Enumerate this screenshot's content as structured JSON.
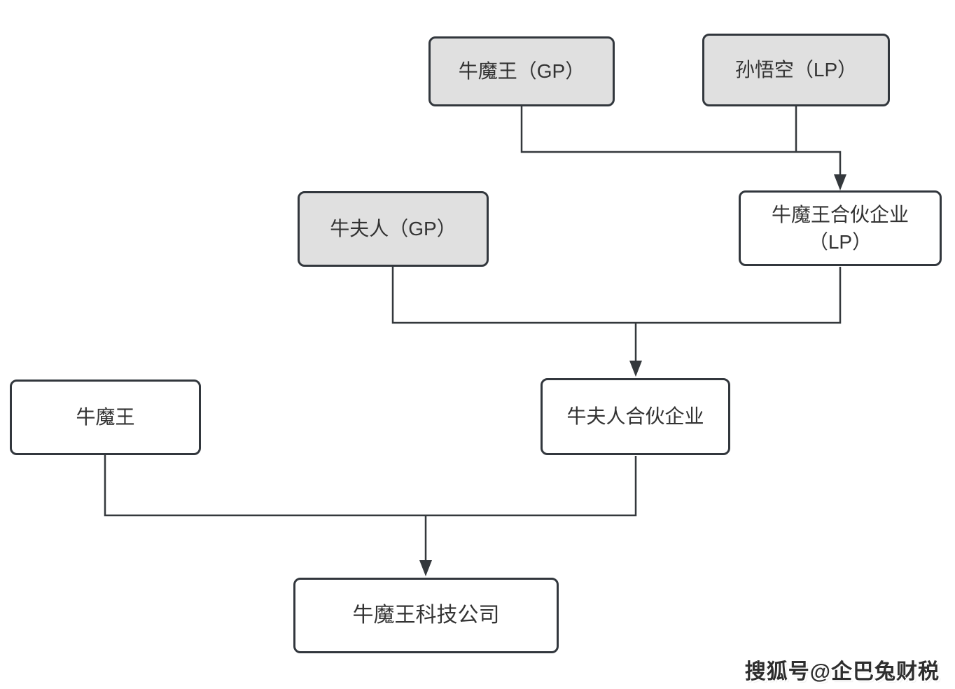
{
  "diagram": {
    "type": "org-structure-flowchart",
    "nodes": {
      "niumowang_gp": {
        "label": "牛魔王（GP）",
        "variant": "gray"
      },
      "sunwukong_lp": {
        "label": "孙悟空（LP）",
        "variant": "gray"
      },
      "niufuren_gp": {
        "label": "牛夫人（GP）",
        "variant": "gray"
      },
      "niumowang_hehuo": {
        "line1": "牛魔王合伙企业",
        "line2": "（LP）",
        "variant": "white"
      },
      "niumowang": {
        "label": "牛魔王",
        "variant": "white"
      },
      "niufuren_hehuo": {
        "label": "牛夫人合伙企业",
        "variant": "white"
      },
      "niumowang_keji": {
        "label": "牛魔王科技公司",
        "variant": "white"
      }
    },
    "edges": [
      {
        "from": "牛魔王（GP）",
        "to": "牛魔王合伙企业（LP）"
      },
      {
        "from": "孙悟空（LP）",
        "to": "牛魔王合伙企业（LP）"
      },
      {
        "from": "牛夫人（GP）",
        "to": "牛夫人合伙企业"
      },
      {
        "from": "牛魔王合伙企业（LP）",
        "to": "牛夫人合伙企业"
      },
      {
        "from": "牛魔王",
        "to": "牛魔王科技公司"
      },
      {
        "from": "牛夫人合伙企业",
        "to": "牛魔王科技公司"
      }
    ],
    "colors": {
      "box_border": "#32373d",
      "box_fill_gray": "#e0e0e0",
      "box_fill_white": "#ffffff",
      "connector_line": "#34383c",
      "text": "#333333",
      "background": "#ffffff"
    }
  },
  "watermark": {
    "text": "搜狐号@企巴兔财税"
  }
}
